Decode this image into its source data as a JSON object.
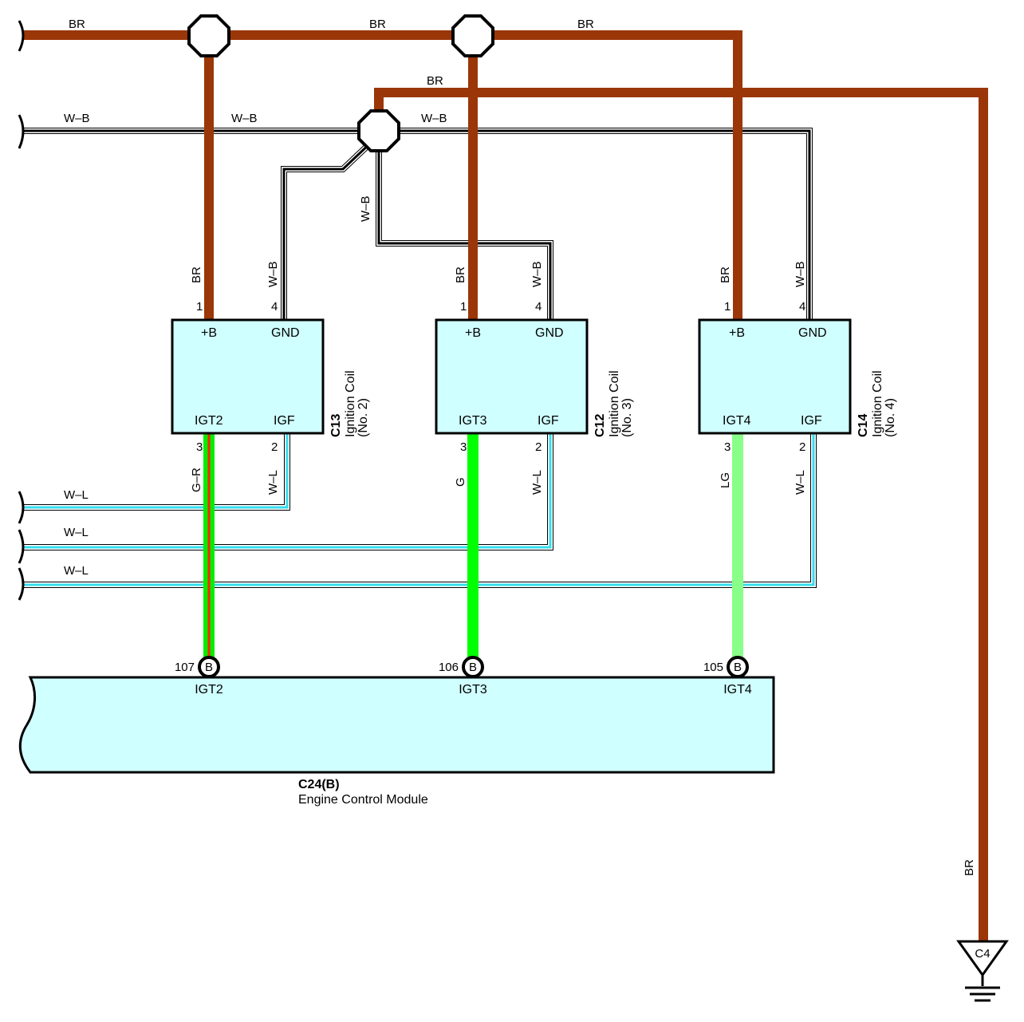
{
  "colors": {
    "BR": "#9b3608",
    "G": "#00ff00",
    "LG": "#88ff88",
    "GR_green": "#00ee00",
    "GR_red": "#ff2200",
    "WL_blue": "#33ddee",
    "component_fill": "#d0ffff"
  },
  "wires": {
    "top_bus": [
      "BR",
      "BR",
      "BR"
    ],
    "second_bus": "BR",
    "ground_bus": [
      "W–B",
      "W–B",
      "W–B"
    ],
    "vertical_wb": "W–B",
    "wl_rows": [
      "W–L",
      "W–L",
      "W–L"
    ],
    "ground_drop": "BR"
  },
  "coils": [
    {
      "connector": "C13",
      "name_line1": "Ignition Coil",
      "name_line2": "(No. 2)",
      "pin_b_num": "1",
      "pin_gnd_num": "4",
      "pin_igt_num": "3",
      "pin_igf_num": "2",
      "pin_b": "+B",
      "pin_gnd": "GND",
      "pin_igt": "IGT2",
      "pin_igf": "IGF",
      "wire_b": "BR",
      "wire_gnd": "W–B",
      "wire_igt": "G–R",
      "wire_igf": "W–L"
    },
    {
      "connector": "C12",
      "name_line1": "Ignition Coil",
      "name_line2": "(No. 3)",
      "pin_b_num": "1",
      "pin_gnd_num": "4",
      "pin_igt_num": "3",
      "pin_igf_num": "2",
      "pin_b": "+B",
      "pin_gnd": "GND",
      "pin_igt": "IGT3",
      "pin_igf": "IGF",
      "wire_b": "BR",
      "wire_gnd": "W–B",
      "wire_igt": "G",
      "wire_igf": "W–L"
    },
    {
      "connector": "C14",
      "name_line1": "Ignition Coil",
      "name_line2": "(No. 4)",
      "pin_b_num": "1",
      "pin_gnd_num": "4",
      "pin_igt_num": "3",
      "pin_igf_num": "2",
      "pin_b": "+B",
      "pin_gnd": "GND",
      "pin_igt": "IGT4",
      "pin_igf": "IGF",
      "wire_b": "BR",
      "wire_gnd": "W–B",
      "wire_igt": "LG",
      "wire_igf": "W–L"
    }
  ],
  "ecm": {
    "connector": "C24(B)",
    "name": "Engine Control Module",
    "terminal_marker": "B",
    "terminals": [
      {
        "num": "107",
        "signal": "IGT2"
      },
      {
        "num": "106",
        "signal": "IGT3"
      },
      {
        "num": "105",
        "signal": "IGT4"
      }
    ]
  },
  "ground": {
    "label": "C4"
  }
}
